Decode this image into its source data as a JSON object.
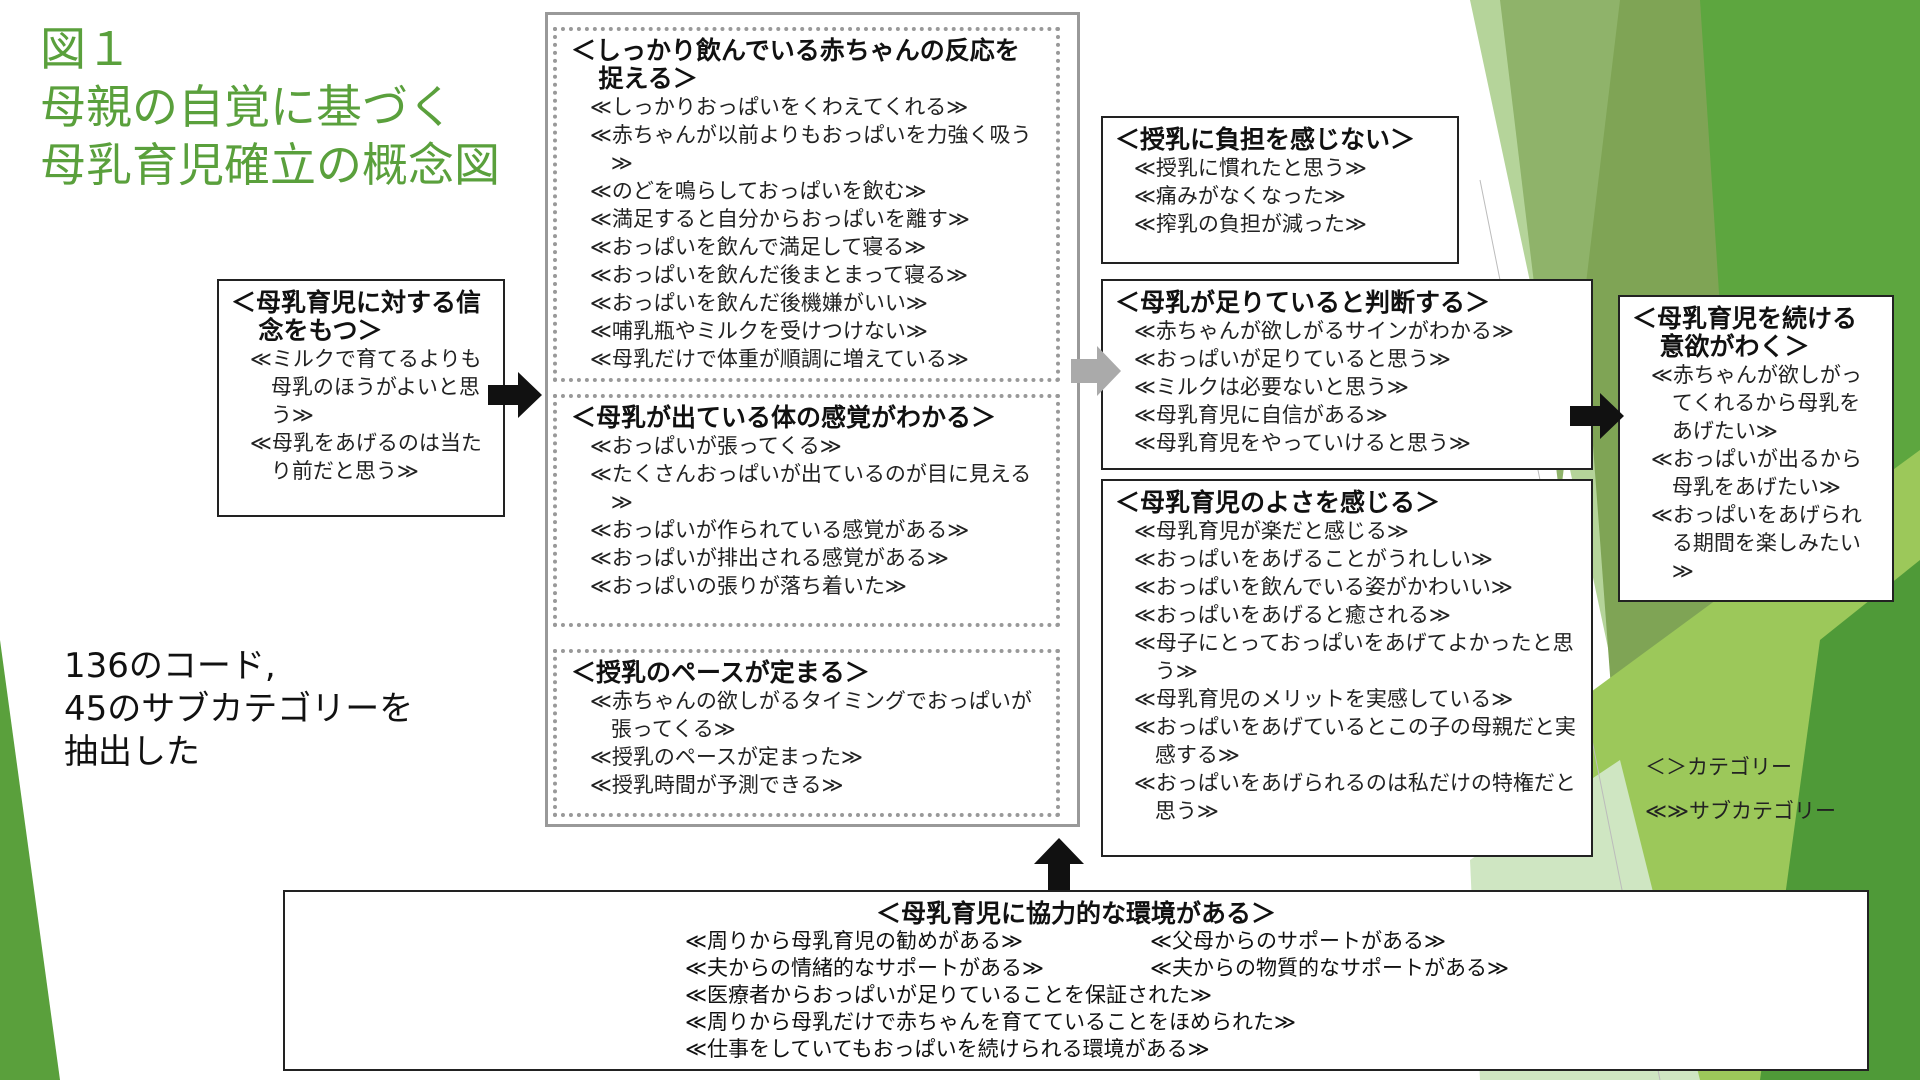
{
  "title": {
    "line1": "図１",
    "line2": "母親の自覚に基づく",
    "line3": "母乳育児確立の概念図"
  },
  "summary": {
    "line1": "136のコード,",
    "line2": "45のサブカテゴリーを",
    "line3": "抽出した"
  },
  "legend": {
    "category": "＜＞カテゴリー",
    "subcategory": "≪≫サブカテゴリー"
  },
  "belief": {
    "heading": "＜母乳育児に対する信念をもつ＞",
    "items": [
      "≪ミルクで育てるよりも母乳のほうがよいと思う≫",
      "≪母乳をあげるのは当たり前だと思う≫"
    ]
  },
  "reaction": {
    "heading": "＜しっかり飲んでいる赤ちゃんの反応を捉える＞",
    "items": [
      "≪しっかりおっぱいをくわえてくれる≫",
      "≪赤ちゃんが以前よりもおっぱいを力強く吸う≫",
      "≪のどを鳴らしておっぱいを飲む≫",
      "≪満足すると自分からおっぱいを離す≫",
      "≪おっぱいを飲んで満足して寝る≫",
      "≪おっぱいを飲んだ後まとまって寝る≫",
      "≪おっぱいを飲んだ後機嫌がいい≫",
      "≪哺乳瓶やミルクを受けつけない≫",
      "≪母乳だけで体重が順調に増えている≫"
    ]
  },
  "body_sense": {
    "heading": "＜母乳が出ている体の感覚がわかる＞",
    "items": [
      "≪おっぱいが張ってくる≫",
      "≪たくさんおっぱいが出ているのが目に見える≫",
      "≪おっぱいが作られている感覚がある≫",
      "≪おっぱいが排出される感覚がある≫",
      "≪おっぱいの張りが落ち着いた≫"
    ]
  },
  "pace": {
    "heading": "＜授乳のペースが定まる＞",
    "items": [
      "≪赤ちゃんの欲しがるタイミングでおっぱいが張ってくる≫",
      "≪授乳のペースが定まった≫",
      "≪授乳時間が予測できる≫"
    ]
  },
  "no_burden": {
    "heading": "＜授乳に負担を感じない＞",
    "items": [
      "≪授乳に慣れたと思う≫",
      "≪痛みがなくなった≫",
      "≪搾乳の負担が減った≫"
    ]
  },
  "sufficient": {
    "heading": "＜母乳が足りていると判断する＞",
    "items": [
      "≪赤ちゃんが欲しがるサインがわかる≫",
      "≪おっぱいが足りていると思う≫",
      "≪ミルクは必要ないと思う≫",
      "≪母乳育児に自信がある≫",
      "≪母乳育児をやっていけると思う≫"
    ]
  },
  "goodness": {
    "heading": "＜母乳育児のよさを感じる＞",
    "items": [
      "≪母乳育児が楽だと感じる≫",
      "≪おっぱいをあげることがうれしい≫",
      "≪おっぱいを飲んでいる姿がかわいい≫",
      "≪おっぱいをあげると癒される≫",
      "≪母子にとっておっぱいをあげてよかったと思う≫",
      "≪母乳育児のメリットを実感している≫",
      "≪おっぱいをあげているとこの子の母親だと実感する≫",
      "≪おっぱいをあげられるのは私だけの特権だと思う≫"
    ]
  },
  "motivation": {
    "heading": "＜母乳育児を続ける意欲がわく＞",
    "items": [
      "≪赤ちゃんが欲しがってくれるから母乳をあげたい≫",
      "≪おっぱいが出るから母乳をあげたい≫",
      "≪おっぱいをあげられる期間を楽しみたい≫"
    ]
  },
  "environment": {
    "heading": "＜母乳育児に協力的な環境がある＞",
    "items": [
      "≪周りから母乳育児の勧めがある≫",
      "≪父母からのサポートがある≫",
      "≪夫からの情緒的なサポートがある≫",
      "≪夫からの物質的なサポートがある≫",
      "≪医療者からおっぱいが足りていることを保証された≫",
      "≪周りから母乳だけで赤ちゃんを育てていることをほめられた≫",
      "≪仕事をしていてもおっぱいを続けられる環境がある≫"
    ]
  },
  "colors": {
    "accent": "#5aa03c",
    "light_green": "#c8e0b8",
    "mid_green": "#8cc060",
    "dark_green": "#4f9a38"
  }
}
